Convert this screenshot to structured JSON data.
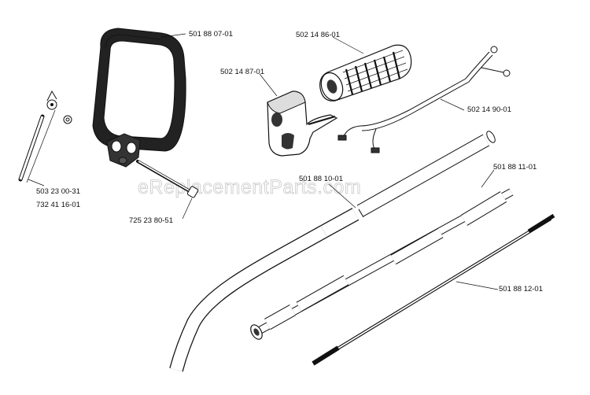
{
  "watermark": "eReplacementParts.com",
  "parts": [
    {
      "id": "handle-loop",
      "number": "501 88 07-01"
    },
    {
      "id": "grip",
      "number": "502 14 86-01"
    },
    {
      "id": "throttle-housing",
      "number": "502 14 87-01"
    },
    {
      "id": "wire-harness",
      "number": "502 14 90-01"
    },
    {
      "id": "wing-nut",
      "number": "503 23 00-31"
    },
    {
      "id": "washer",
      "number": "732 41 16-01"
    },
    {
      "id": "bolt",
      "number": "725 23 80-51"
    },
    {
      "id": "drive-tube",
      "number": "501 88 10-01"
    },
    {
      "id": "drive-shaft",
      "number": "501 88 11-01"
    },
    {
      "id": "flex-cable",
      "number": "501 88 12-01"
    }
  ]
}
